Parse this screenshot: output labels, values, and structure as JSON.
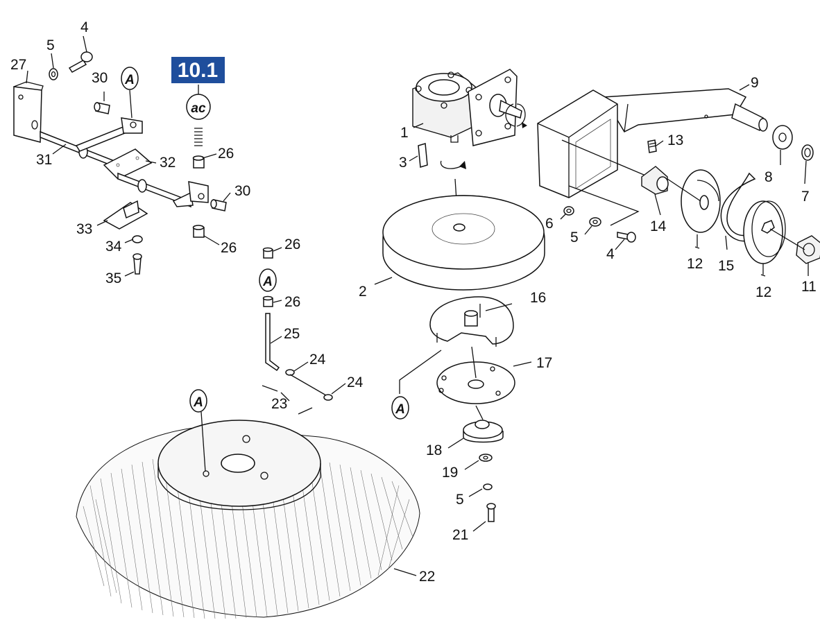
{
  "section_badge": {
    "label": "10.1",
    "color": "#1f4e9c"
  },
  "ref_badges": {
    "a": "A",
    "ac": "ac"
  },
  "parts": {
    "p1": "1",
    "p2": "2",
    "p3": "3",
    "p4a": "4",
    "p4b": "4",
    "p5a": "5",
    "p5b": "5",
    "p5c": "5",
    "p6": "6",
    "p7": "7",
    "p8": "8",
    "p9": "9",
    "p11": "11",
    "p12a": "12",
    "p12b": "12",
    "p13": "13",
    "p14": "14",
    "p15": "15",
    "p16": "16",
    "p17": "17",
    "p18": "18",
    "p19": "19",
    "p21": "21",
    "p22": "22",
    "p23": "23",
    "p24a": "24",
    "p24b": "24",
    "p25": "25",
    "p26a": "26",
    "p26b": "26",
    "p26c": "26",
    "p26d": "26",
    "p27": "27",
    "p30a": "30",
    "p30b": "30",
    "p31": "31",
    "p32": "32",
    "p33": "33",
    "p34": "34",
    "p35": "35"
  }
}
